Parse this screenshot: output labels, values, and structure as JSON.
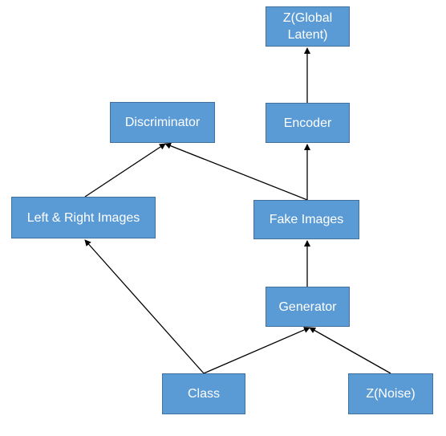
{
  "nodes": {
    "zglobal": {
      "label": "Z(Global Latent)"
    },
    "encoder": {
      "label": "Encoder"
    },
    "discriminator": {
      "label": "Discriminator"
    },
    "fake": {
      "label": "Fake Images"
    },
    "leftright": {
      "label": "Left & Right Images"
    },
    "generator": {
      "label": "Generator"
    },
    "class": {
      "label": "Class"
    },
    "noise": {
      "label": "Z(Noise)"
    }
  },
  "edges": [
    {
      "from": "class",
      "to": "leftright"
    },
    {
      "from": "class",
      "to": "generator"
    },
    {
      "from": "noise",
      "to": "generator"
    },
    {
      "from": "generator",
      "to": "fake"
    },
    {
      "from": "fake",
      "to": "encoder"
    },
    {
      "from": "encoder",
      "to": "zglobal"
    },
    {
      "from": "leftright",
      "to": "discriminator"
    },
    {
      "from": "fake",
      "to": "discriminator"
    }
  ],
  "colors": {
    "node_fill": "#5b9bd5",
    "node_border": "#41719c",
    "node_text": "#ffffff",
    "edge": "#000000"
  }
}
